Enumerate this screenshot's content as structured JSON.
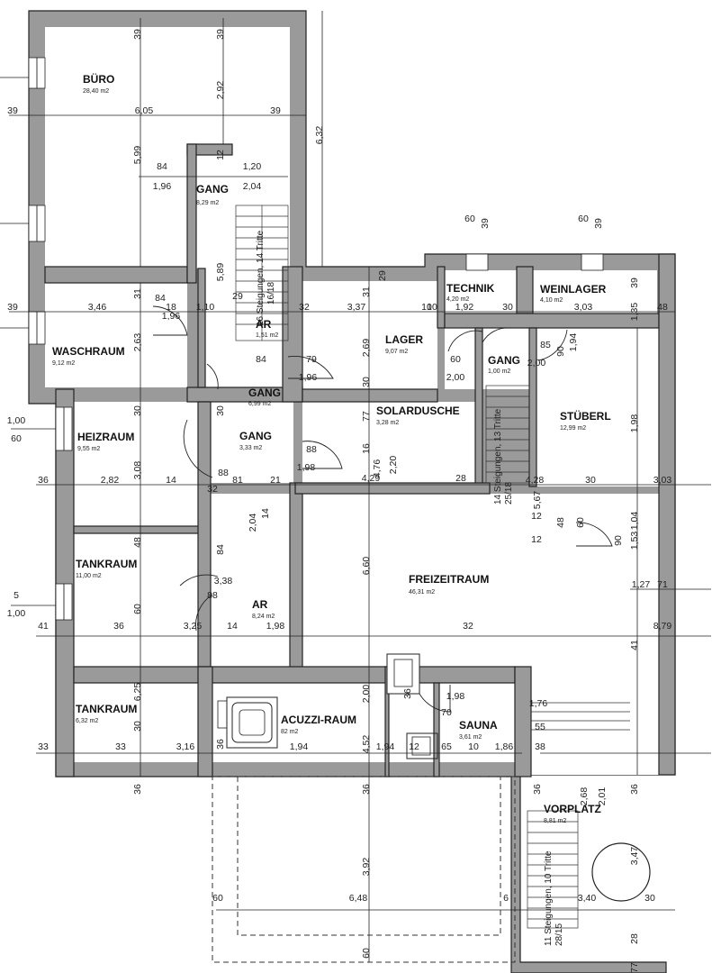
{
  "rooms": {
    "buero": {
      "name": "BÜRO",
      "area": "28,40 m2"
    },
    "gang1": {
      "name": "GANG",
      "area": "8,29 m2"
    },
    "waschraum": {
      "name": "WASCHRAUM",
      "area": "9,12 m2"
    },
    "ar1": {
      "name": "AR",
      "area": "1,51 m2"
    },
    "lager": {
      "name": "LAGER",
      "area": "9,07 m2"
    },
    "technik": {
      "name": "TECHNIK",
      "area": "4,20 m2"
    },
    "weinlager": {
      "name": "WEINLAGER",
      "area": "4,10 m2"
    },
    "gang2": {
      "name": "GANG",
      "area": "1,00 m2"
    },
    "gang3": {
      "name": "GANG",
      "area": "6,99 m2"
    },
    "heizraum": {
      "name": "HEIZRAUM",
      "area": "9,55 m2"
    },
    "gang4": {
      "name": "GANG",
      "area": "3,33 m2"
    },
    "solardusche": {
      "name": "SOLARDUSCHE",
      "area": "3,28 m2"
    },
    "stueberl": {
      "name": "STÜBERL",
      "area": "12,99 m2"
    },
    "tankraum1": {
      "name": "TANKRAUM",
      "area": "11,00 m2"
    },
    "freizeitraum": {
      "name": "FREIZEITRAUM",
      "area": "46,31 m2"
    },
    "ar2": {
      "name": "AR",
      "area": "8,24 m2"
    },
    "tankraum2": {
      "name": "TANKRAUM",
      "area": "6,32 m2"
    },
    "jacuzzi": {
      "name": "ACUZZI-RAUM",
      "area": "82 m2"
    },
    "sauna": {
      "name": "SAUNA",
      "area": "3,61 m2"
    },
    "vorplatz": {
      "name": "VORPLATZ",
      "area": "8,81 m2"
    }
  },
  "stairs": {
    "main": "16 Steigungen, 14 Tritte",
    "main_ratio": "16/18",
    "middle": "14 Steigungen, 13 Tritte",
    "middle_ratio": "25/18",
    "outside": "11 Steigungen, 10 Tritte",
    "outside_ratio": "28/15"
  },
  "dimensions": [
    "39",
    "39",
    "6,05",
    "39",
    "39",
    "2,92",
    "5,99",
    "84",
    "1,96",
    "1,20",
    "2,04",
    "12",
    "6,32",
    "5,89",
    "29",
    "39",
    "3,46",
    "31",
    "84",
    "18",
    "1,10",
    "1,96",
    "29",
    "32",
    "3,37",
    "31",
    "10",
    "1,92",
    "30",
    "1,35",
    "39",
    "48",
    "3,03",
    "2,63",
    "2,69",
    "60",
    "39",
    "60",
    "39",
    "79",
    "1,96",
    "84",
    "30",
    "85",
    "90",
    "1,94",
    "2,00",
    "60",
    "2,00",
    "10",
    "30",
    "30",
    "77",
    "16",
    "4,76",
    "2,20",
    "4,29",
    "28",
    "1,00",
    "60",
    "36",
    "2,82",
    "14",
    "3,08",
    "88",
    "1,98",
    "88",
    "81",
    "21",
    "32",
    "1,98",
    "4,28",
    "30",
    "3,03",
    "48",
    "14",
    "2,04",
    "84",
    "6,60",
    "5,67",
    "12",
    "48",
    "60",
    "90",
    "1,53",
    "1,04",
    "12",
    "5",
    "1,00",
    "60",
    "3,38",
    "88",
    "1,27",
    "71",
    "41",
    "36",
    "3,25",
    "14",
    "1,98",
    "32",
    "8,79",
    "41",
    "6,25",
    "30",
    "2,00",
    "36",
    "1,98",
    "70",
    "1,76",
    "33",
    "3,16",
    "36",
    "1,94",
    "4,52",
    "1,94",
    "12",
    "65",
    "10",
    "1,86",
    "38",
    "55",
    "33",
    "36",
    "36",
    "36",
    "36",
    "2,68",
    "2,01",
    "3,92",
    "3,47",
    "60",
    "6,48",
    "6",
    "3,40",
    "30",
    "60",
    "28",
    "77"
  ]
}
